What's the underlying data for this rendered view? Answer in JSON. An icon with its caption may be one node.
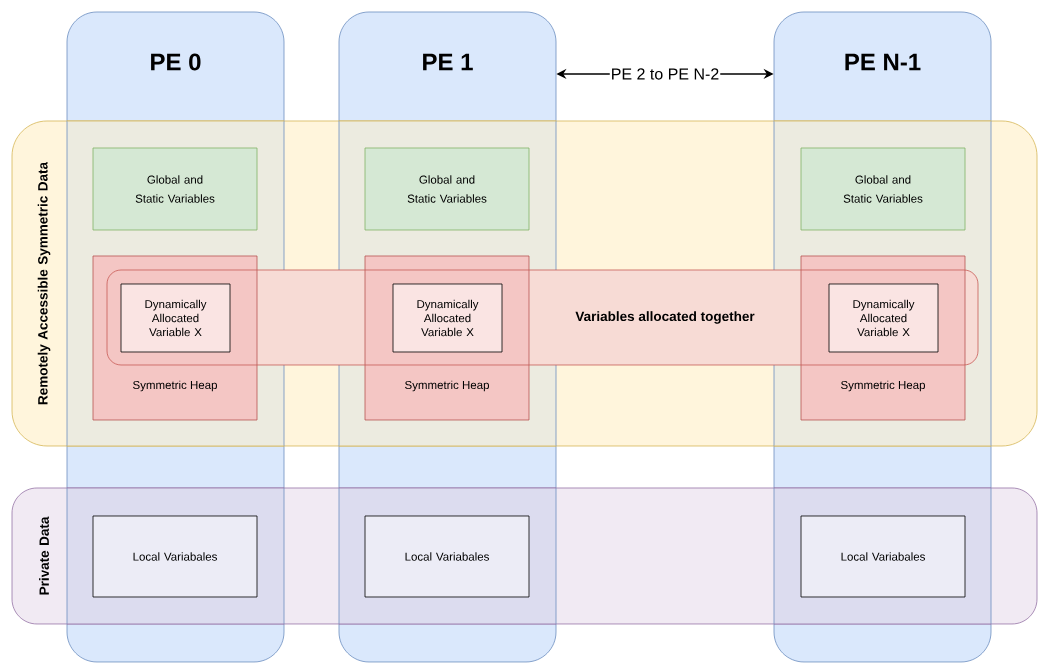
{
  "diagram": {
    "nodes": [
      {
        "text": [
          "PE 0"
        ]
      },
      {
        "text": [
          "PE 1"
        ]
      },
      {
        "text": [
          "PE N-1"
        ]
      },
      {
        "text": [
          "Remotely Accessible Symmetric Data"
        ]
      },
      {
        "text": [
          "Private Data"
        ]
      },
      {
        "text": [
          "Variables allocated together"
        ],
        "in": 3
      },
      {
        "text": [
          "Global and Static Variables"
        ]
      },
      {
        "text": [
          "Global and Static Variables"
        ]
      },
      {
        "text": [
          "Global and Static Variables"
        ]
      },
      {
        "text": [
          "Symmetric Heap"
        ]
      },
      {
        "text": [
          "Symmetric Heap"
        ]
      },
      {
        "text": [
          "Symmetric Heap"
        ]
      },
      {
        "text": [
          "Dynamically Allocated Variable X"
        ]
      },
      {
        "text": [
          "Dynamically Allocated Variable X"
        ]
      },
      {
        "text": [
          "Dynamically Allocated Variable X"
        ]
      },
      {
        "text": [
          "Local Variabales"
        ]
      },
      {
        "text": [
          "Local Variabales"
        ]
      },
      {
        "text": [
          "Local Variabales"
        ]
      }
    ],
    "edges": [
      {
        "from": 1,
        "to": 2,
        "arrow": "both",
        "label": "PE 2 to PE N-2"
      }
    ]
  }
}
